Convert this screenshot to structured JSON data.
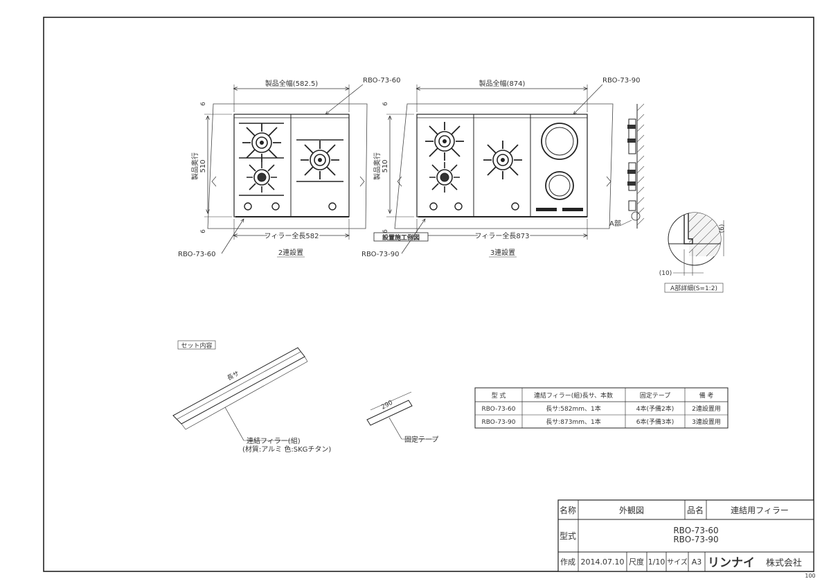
{
  "views": {
    "two": {
      "width_label": "製品全幅(582.5)",
      "model_callout_top": "RBO-73-60",
      "depth_label": "製品奥行",
      "depth_value": "510",
      "dim_top": "6",
      "dim_bottom": "6",
      "filler_length": "フィラー全長582",
      "model_callout_bottom": "RBO-73-60",
      "caption": "2連設置"
    },
    "three": {
      "width_label": "製品全幅(874)",
      "model_callout_top": "RBO-73-90",
      "depth_label": "製品奥行",
      "depth_value": "510",
      "dim_top": "6",
      "dim_bottom": "6",
      "install_example": "設置施工例図",
      "filler_length": "フィラー全長873",
      "model_callout_bottom": "RBO-73-90",
      "caption": "3連設置"
    },
    "side": {
      "part_label": "A部"
    },
    "detail": {
      "dim_6": "(6)",
      "dim_10": "(10)",
      "caption": "A部詳細(S=1:2)"
    }
  },
  "set_contents": {
    "title": "セット内容",
    "length_label": "長サ",
    "filler_name": "連結フィラー(組)",
    "filler_spec": "(材質:アルミ 色:SKGチタン)",
    "tape_length": "290",
    "tape_name": "固定テープ"
  },
  "spec_table": {
    "headers": [
      "型 式",
      "連結フィラー(組)長サ、本数",
      "固定テープ",
      "備 考"
    ],
    "rows": [
      [
        "RBO-73-60",
        "長サ:582mm、1本",
        "4本(予備2本)",
        "2連設置用"
      ],
      [
        "RBO-73-90",
        "長サ:873mm、1本",
        "6本(予備3本)",
        "3連設置用"
      ]
    ]
  },
  "title_block": {
    "name_label": "名称",
    "name_value": "外観図",
    "product_label": "品名",
    "product_value": "連結用フィラー",
    "model_label": "型式",
    "model_values": [
      "RBO-73-60",
      "RBO-73-90"
    ],
    "made_label": "作成",
    "date": "2014.07.10",
    "scale_label": "尺度",
    "scale_value": "1/10",
    "size_label": "サイズ",
    "size_value": "A3",
    "company_logo": "リンナイ",
    "company_suffix": "株式会社"
  },
  "corner_mark": "100"
}
